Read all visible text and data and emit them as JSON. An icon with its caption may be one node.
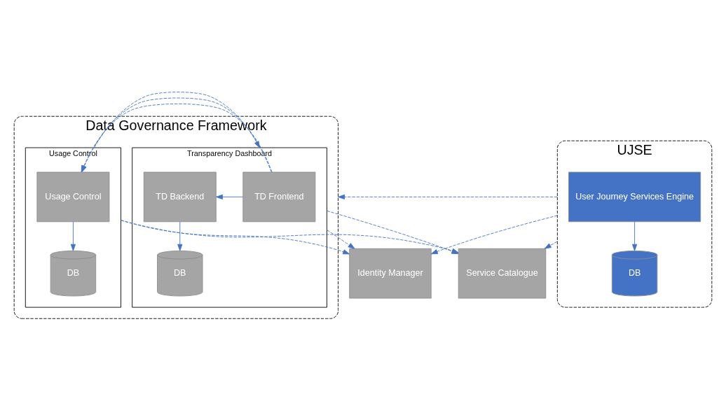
{
  "diagram": {
    "nodes": [
      {
        "text": [
          "Data Governance Framework"
        ]
      },
      {
        "text": [
          "Transparency Dashboard"
        ],
        "in": 0
      },
      {
        "text": [
          "TD Frontend"
        ],
        "in": 1
      },
      {
        "text": [
          "TD Backend"
        ],
        "in": 1
      },
      {
        "text": [
          "DB"
        ],
        "in": 1
      },
      {
        "text": [
          "Usage Control"
        ],
        "in": 0
      },
      {
        "text": [
          "Usage Control"
        ],
        "in": 5
      },
      {
        "text": [
          "DB"
        ],
        "in": 5
      },
      {
        "text": [
          "UJSE"
        ]
      },
      {
        "text": [
          "User Journey Services Engine"
        ],
        "in": 8
      },
      {
        "text": [
          "DB"
        ],
        "in": 8
      },
      {
        "text": [
          "Service Catalogue"
        ]
      },
      {
        "text": [
          "Identity Manager"
        ]
      }
    ],
    "edges": [
      {
        "from": 2,
        "to": 3,
        "arrow": "to"
      },
      {
        "from": 3,
        "to": 4,
        "arrow": "to"
      },
      {
        "from": 6,
        "to": 7,
        "arrow": "to"
      },
      {
        "from": 9,
        "to": 10,
        "arrow": "to"
      },
      {
        "from": 1,
        "to": 5,
        "arrow": "to",
        "style": "dashed"
      },
      {
        "from": 5,
        "to": 1,
        "arrow": "to",
        "style": "dashed"
      },
      {
        "from": 8,
        "to": 0,
        "arrow": "to",
        "style": "dashed"
      },
      {
        "from": 1,
        "to": 11,
        "arrow": "to",
        "style": "dashed"
      },
      {
        "from": 1,
        "to": 12,
        "arrow": "to",
        "style": "dashed"
      },
      {
        "from": 5,
        "to": 11,
        "arrow": "to",
        "style": "dashed"
      },
      {
        "from": 5,
        "to": 12,
        "arrow": "to",
        "style": "dashed"
      },
      {
        "from": 8,
        "to": 12,
        "arrow": "to",
        "style": "dashed"
      },
      {
        "from": 8,
        "to": 11,
        "arrow": "to",
        "style": "dashed"
      }
    ]
  }
}
